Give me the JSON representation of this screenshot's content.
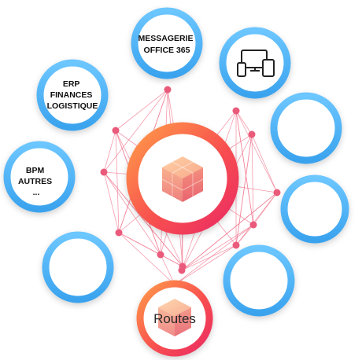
{
  "diagram": {
    "satellites": [
      {
        "id": "messagerie",
        "lines": [
          "MESSAGERIE",
          "OFFICE 365"
        ]
      },
      {
        "id": "devices",
        "icon": "devices-icon",
        "lines": []
      },
      {
        "id": "erp",
        "lines": [
          "ERP",
          "FINANCES",
          "LOGISTIQUE"
        ]
      },
      {
        "id": "empty-right-1",
        "lines": []
      },
      {
        "id": "bpm",
        "lines": [
          "BPM",
          "AUTRES",
          "..."
        ]
      },
      {
        "id": "empty-right-2",
        "lines": []
      },
      {
        "id": "empty-left",
        "lines": []
      },
      {
        "id": "empty-bottom-right",
        "lines": []
      }
    ],
    "hub": {
      "icon": "cube-icon"
    },
    "routes": {
      "label": "Routes",
      "icon": "cube-icon"
    }
  },
  "colors": {
    "satellite_ring": "#4fb3f6",
    "satellite_ring_light": "#8fd3ff",
    "hub_ring_start": "#ff8a4c",
    "hub_ring_end": "#f0335f",
    "node": "#ea5a7a",
    "line": "#f27a92"
  }
}
